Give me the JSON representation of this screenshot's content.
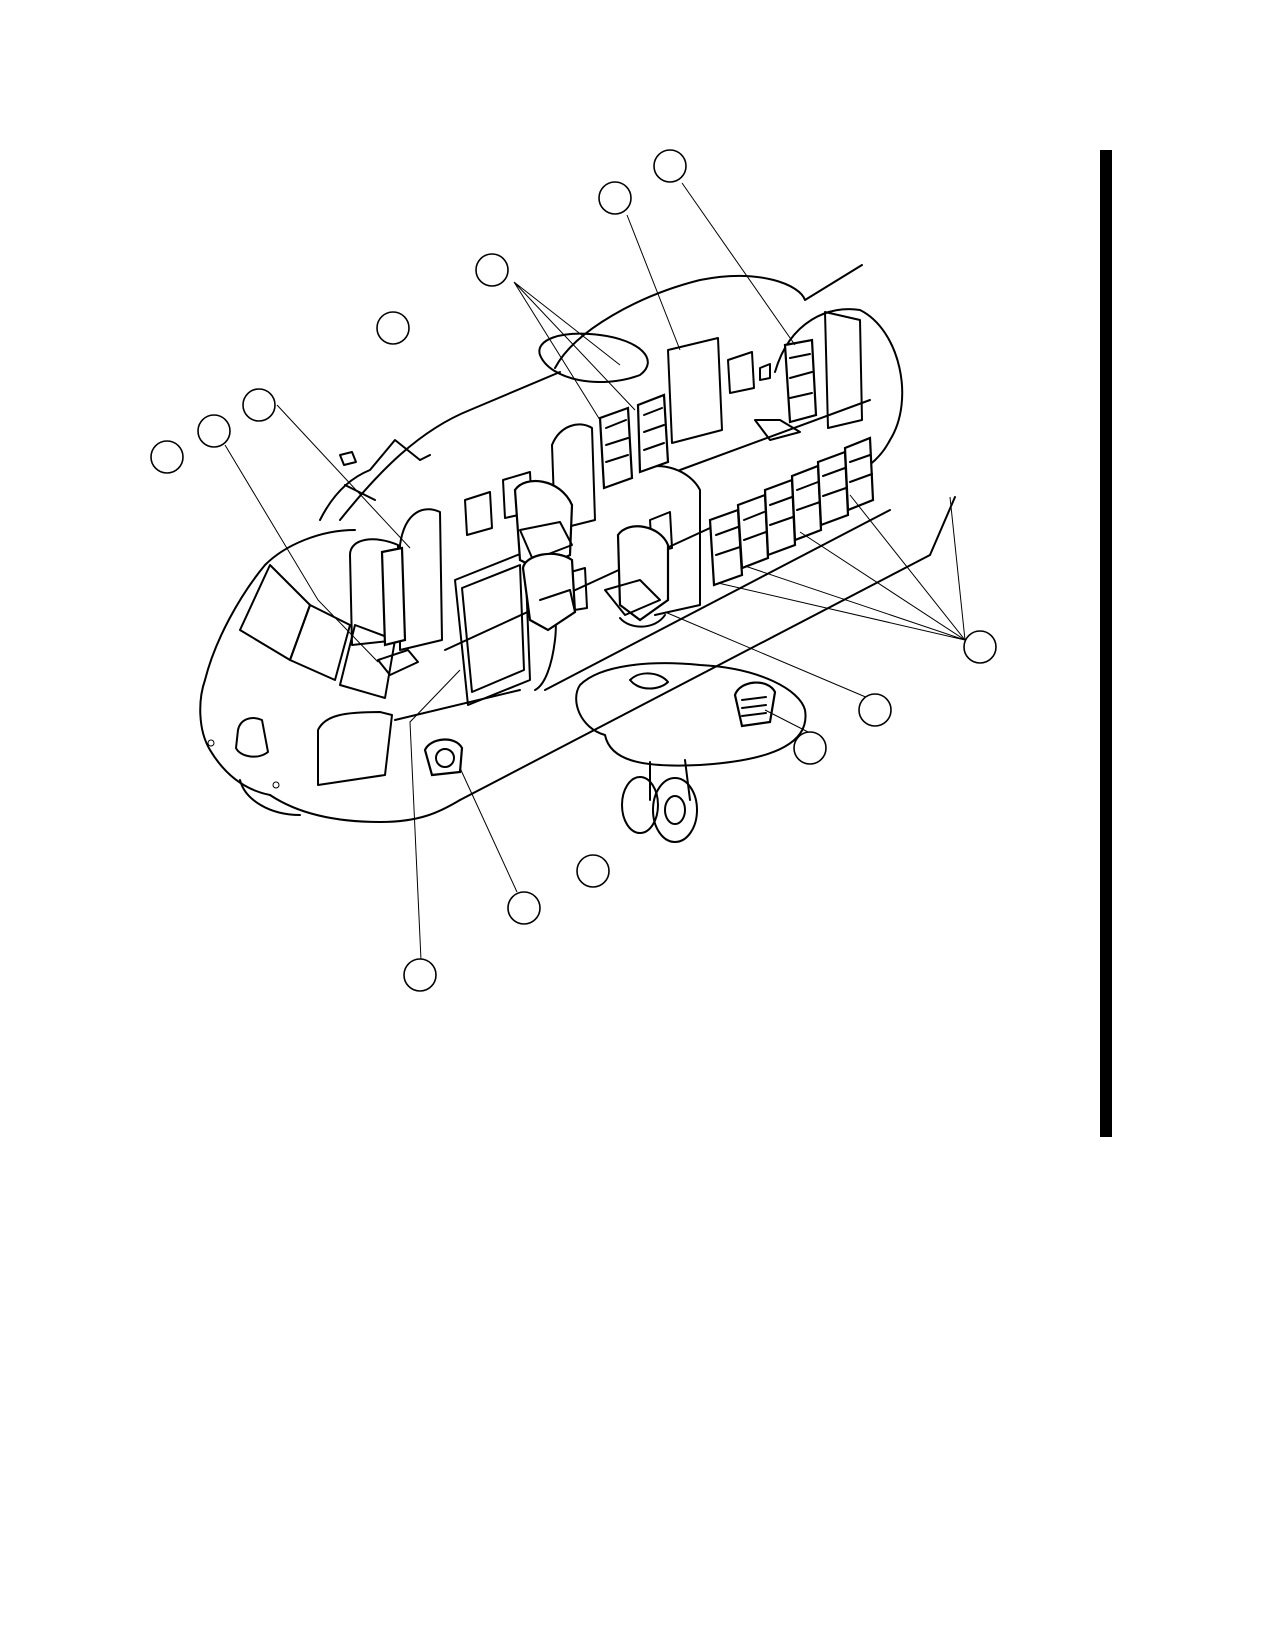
{
  "figure": {
    "callout_count": 13,
    "colors": {
      "line": "#000000",
      "background": "#ffffff",
      "margin_bar": "#000000"
    },
    "callouts": [
      {
        "id": "c1",
        "label": ""
      },
      {
        "id": "c2",
        "label": ""
      },
      {
        "id": "c3",
        "label": ""
      },
      {
        "id": "c4",
        "label": ""
      },
      {
        "id": "c5",
        "label": ""
      },
      {
        "id": "c6",
        "label": ""
      },
      {
        "id": "c7",
        "label": ""
      },
      {
        "id": "c8",
        "label": ""
      },
      {
        "id": "c9",
        "label": ""
      },
      {
        "id": "c10",
        "label": ""
      },
      {
        "id": "c11",
        "label": ""
      },
      {
        "id": "c12",
        "label": ""
      },
      {
        "id": "c13",
        "label": ""
      }
    ]
  }
}
